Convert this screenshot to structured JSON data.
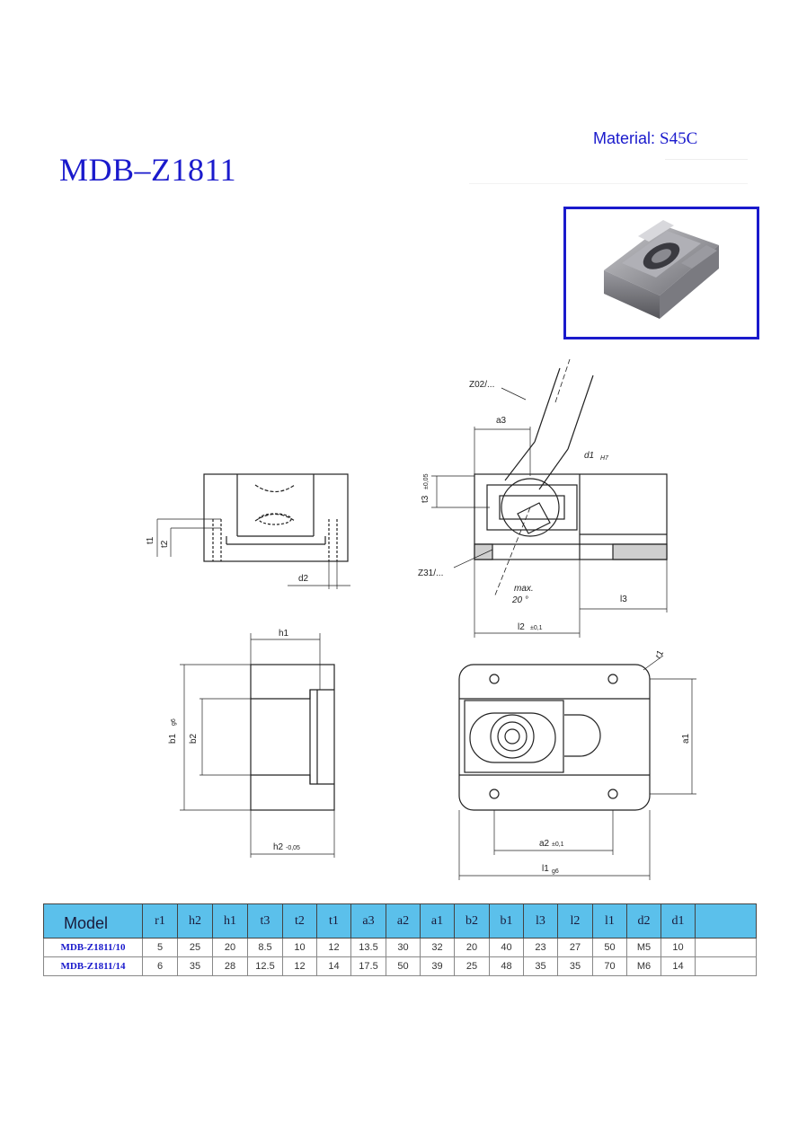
{
  "title": "MDB–Z1811",
  "material": {
    "label": "Material:",
    "value": "S45C"
  },
  "drawing_labels": {
    "z02": "Z02/...",
    "a3": "a3",
    "d1": "d1",
    "d1_tol": "H7",
    "t3": "t3",
    "t3_tol": "±0,05",
    "t1": "t1",
    "t2": "t2",
    "d2": "d2",
    "z31": "Z31/...",
    "max": "max.",
    "angle": "20 °",
    "l3": "l3",
    "l2": "l2",
    "l2_tol": "±0,1",
    "h1": "h1",
    "b1": "b1",
    "b1_tol": "g6",
    "b2": "b2",
    "h2": "h2",
    "h2_tol": "-0,05",
    "r1": "r1",
    "a1": "a1",
    "a2": "a2",
    "a2_tol": "±0,1",
    "l1": "l1",
    "l1_tol": "g6"
  },
  "table": {
    "headers": [
      "Model",
      "r1",
      "h2",
      "h1",
      "t3",
      "t2",
      "t1",
      "a3",
      "a2",
      "a1",
      "b2",
      "b1",
      "l3",
      "l2",
      "l1",
      "d2",
      "d1",
      ""
    ],
    "rows": [
      [
        "MDB-Z1811/10",
        "5",
        "25",
        "20",
        "8.5",
        "10",
        "12",
        "13.5",
        "30",
        "32",
        "20",
        "40",
        "23",
        "27",
        "50",
        "M5",
        "10",
        ""
      ],
      [
        "MDB-Z1811/14",
        "6",
        "35",
        "28",
        "12.5",
        "12",
        "14",
        "17.5",
        "50",
        "39",
        "25",
        "48",
        "35",
        "35",
        "70",
        "M6",
        "14",
        ""
      ]
    ]
  },
  "colors": {
    "title": "#1a1acc",
    "frame": "#1a1acc",
    "header_bg": "#5bc0eb"
  }
}
